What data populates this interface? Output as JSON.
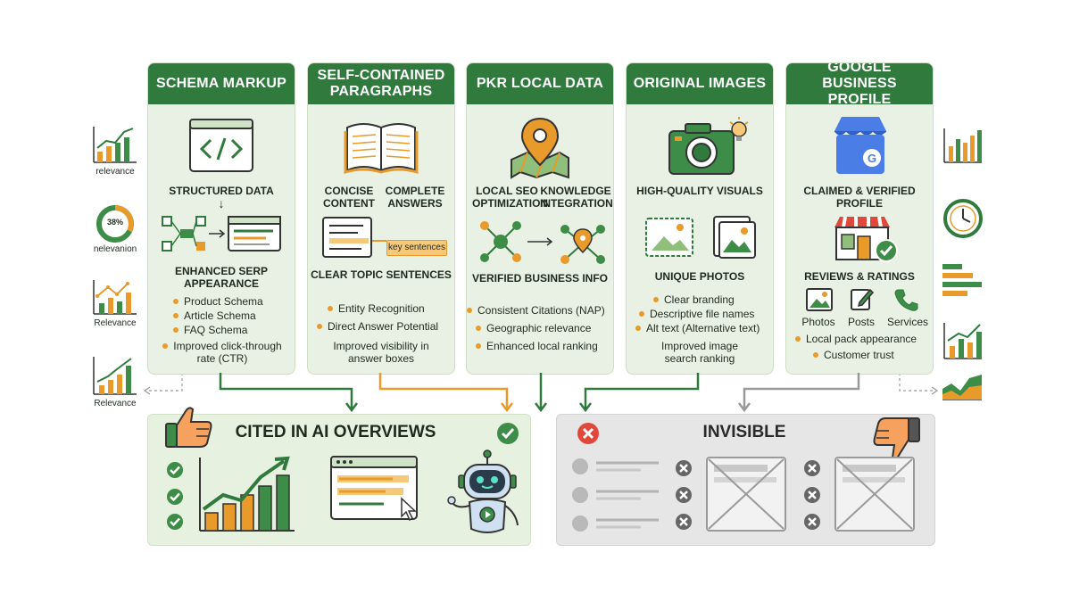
{
  "columns": [
    {
      "title": "SCHEMA MARKUP",
      "icon": "code-window-icon",
      "heading": "STRUCTURED DATA",
      "sub_heading": "ENHANCED SERP APPEARANCE",
      "bullets": [
        "Product Schema",
        "Article Schema",
        "FAQ Schema",
        "Improved click-through rate (CTR)"
      ]
    },
    {
      "title": "SELF-CONTAINED PARAGRAPHS",
      "icon": "open-book-icon",
      "heading_left": "CONCISE CONTENT",
      "heading_right": "COMPLETE ANSWERS",
      "highlight_label": "key sentences",
      "sub_heading": "CLEAR TOPIC SENTENCES",
      "bullets": [
        "Entity Recognition",
        "Direct Answer Potential"
      ],
      "footer": "Improved visibility in answer boxes"
    },
    {
      "title": "PKR LOCAL DATA",
      "icon": "map-pin-icon",
      "heading_left": "LOCAL SEO OPTIMIZATION",
      "heading_right": "KNOWLEDGE INTEGRATION",
      "sub_heading": "VERIFIED BUSINESS INFO",
      "bullets": [
        "Consistent Citations (NAP)",
        "Geographic relevance",
        "Enhanced local ranking"
      ]
    },
    {
      "title": "ORIGINAL IMAGES",
      "icon": "camera-icon",
      "heading": "HIGH-QUALITY VISUALS",
      "sub_heading": "UNIQUE PHOTOS",
      "bullets": [
        "Clear branding",
        "Descriptive file names",
        "Alt text (Alternative text)"
      ],
      "footer": "Improved image search ranking"
    },
    {
      "title": "GOOGLE BUSINESS PROFILE",
      "icon": "google-store-icon",
      "heading": "CLAIMED & VERIFIED PROFILE",
      "sub_heading": "REVIEWS & RATINGS",
      "features": [
        "Photos",
        "Posts",
        "Services"
      ],
      "bullets": [
        "Local pack appearance",
        "Customer trust"
      ]
    }
  ],
  "side_left": {
    "labels": [
      "relevance",
      "nelevanion",
      "Relevance",
      "Relevance"
    ],
    "gauge_label": "38%"
  },
  "outcome_good": {
    "title": "CITED IN AI OVERVIEWS"
  },
  "outcome_bad": {
    "title": "INVISIBLE"
  },
  "colors": {
    "green_dark": "#2f7a3c",
    "green_light": "#e8f1e3",
    "orange": "#e89a2a",
    "gray_panel": "#e6e6e6",
    "red": "#e0483c",
    "google_blue": "#4a7ee6"
  }
}
